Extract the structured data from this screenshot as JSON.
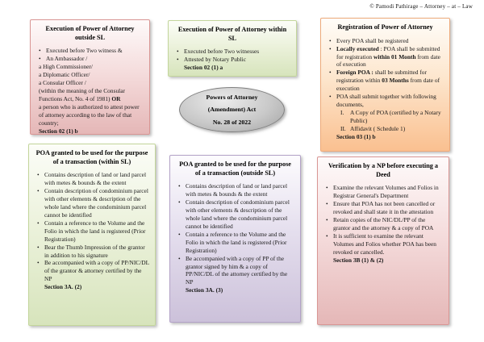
{
  "page": {
    "copyright": "© Pamodi Pathirage – Attorney – at – Law"
  },
  "center_ellipse": {
    "lines": [
      "Powers of Attorney",
      "(Amendment) Act",
      "No. 28 of 2022"
    ]
  },
  "colors": {
    "pink_fill": "#e5b7b7",
    "pink_border": "#d99694",
    "green_fill": "#d7e4bc",
    "green_border": "#c3d69b",
    "orange_fill": "#fac090",
    "orange_border": "#edaa7b",
    "purple_fill": "#ccc1da",
    "purple_border": "#b3a2c7",
    "ellipse_fill": "#b5b5b5",
    "ellipse_border": "#7f7f7f"
  },
  "boxes": [
    {
      "id": "execution-outside-sl",
      "theme": "pink",
      "title": "Execution of Power of Attorney outside SL",
      "items": [
        {
          "m": "•",
          "ind": 0,
          "runs": [
            {
              "t": "Executed before Two witness &",
              "b": false
            }
          ]
        },
        {
          "m": "•",
          "ind": 0,
          "runs": [
            {
              "t": "An Ambassador /",
              "b": false
            }
          ]
        },
        {
          "m": "",
          "ind": 0,
          "runs": [
            {
              "t": "a High Commissioner/",
              "b": false
            }
          ]
        },
        {
          "m": "",
          "ind": 0,
          "runs": [
            {
              "t": "a Diplomatic Officer/",
              "b": false
            }
          ]
        },
        {
          "m": "",
          "ind": 0,
          "runs": [
            {
              "t": "a Consular Officer /",
              "b": false
            }
          ]
        },
        {
          "m": "",
          "ind": 0,
          "runs": [
            {
              "t": "(within the meaning of the Consular Functions Act, No. 4 of 1981) ",
              "b": false
            },
            {
              "t": "OR",
              "b": true
            }
          ]
        },
        {
          "m": "",
          "ind": 0,
          "runs": [
            {
              "t": "a person who is authorized to attest power of attorney according to the law of that country;",
              "b": false
            }
          ]
        },
        {
          "m": "",
          "ind": 0,
          "runs": [
            {
              "t": "Section 02 (1) b",
              "b": true
            }
          ]
        }
      ]
    },
    {
      "id": "execution-within-sl",
      "theme": "green",
      "title": "Execution of Power of Attorney within SL",
      "items": [
        {
          "m": "•",
          "ind": 0,
          "runs": [
            {
              "t": "Executed before Two witnesses",
              "b": false
            }
          ]
        },
        {
          "m": "•",
          "ind": 0,
          "runs": [
            {
              "t": "Attested by Notary Public",
              "b": false
            }
          ]
        },
        {
          "m": "",
          "ind": 1,
          "runs": [
            {
              "t": "Section 02 (1) a",
              "b": true
            }
          ]
        }
      ]
    },
    {
      "id": "registration-of-poa",
      "theme": "orange",
      "title": "Registration of Power of Attorney",
      "items": [
        {
          "m": "•",
          "ind": 0,
          "runs": [
            {
              "t": "Every POA shall be registered",
              "b": false
            }
          ]
        },
        {
          "m": "•",
          "ind": 0,
          "runs": [
            {
              "t": "Locally executed",
              "b": true
            },
            {
              "t": " : POA shall be submitted for registration ",
              "b": false
            },
            {
              "t": "within 01 Month",
              "b": true
            },
            {
              "t": " from date of execution",
              "b": false
            }
          ]
        },
        {
          "m": "•",
          "ind": 0,
          "runs": [
            {
              "t": "Foreign POA :",
              "b": true
            },
            {
              "t": " shall be submitted for registration within ",
              "b": false
            },
            {
              "t": "03 Months",
              "b": true
            },
            {
              "t": " from date of execution",
              "b": false
            }
          ]
        },
        {
          "m": "•",
          "ind": 0,
          "runs": [
            {
              "t": "POA shall submit together with following documents,",
              "b": false
            }
          ]
        },
        {
          "m": "I.",
          "ind": 1,
          "runs": [
            {
              "t": "A Copy of POA (certified by a Notary Public)",
              "b": false
            }
          ]
        },
        {
          "m": "II.",
          "ind": 1,
          "runs": [
            {
              "t": "Affidavit ( Schedule 1)",
              "b": false
            }
          ]
        },
        {
          "m": "",
          "ind": 1,
          "runs": [
            {
              "t": "Section 03 (1) b",
              "b": true
            }
          ]
        }
      ]
    },
    {
      "id": "poa-transaction-within-sl",
      "theme": "green",
      "title": "POA granted to be used for the purpose of a transaction (within SL)",
      "items": [
        {
          "m": "•",
          "ind": 0,
          "runs": [
            {
              "t": "Contains description of land or land parcel with metes & bounds & the extent",
              "b": false
            }
          ]
        },
        {
          "m": "•",
          "ind": 0,
          "runs": [
            {
              "t": "Contain description of condominium parcel with other elements & description of the whole land where the condominium parcel cannot be identified",
              "b": false
            }
          ]
        },
        {
          "m": "•",
          "ind": 0,
          "runs": [
            {
              "t": "Contain a reference to the Volume and the Folio in which the land is registered (Prior Registration)",
              "b": false
            }
          ]
        },
        {
          "m": "•",
          "ind": 0,
          "runs": [
            {
              "t": "Bear the Thumb Impression of the grantor in addition to his signature",
              "b": false
            }
          ]
        },
        {
          "m": "•",
          "ind": 0,
          "runs": [
            {
              "t": "Be accompanied with a copy of PP/NIC/DL of the grantor & attorney certified by the NP",
              "b": false
            }
          ]
        },
        {
          "m": "",
          "ind": 1,
          "runs": [
            {
              "t": "Section 3A. (2)",
              "b": true
            }
          ]
        }
      ]
    },
    {
      "id": "poa-transaction-outside-sl",
      "theme": "purple",
      "title": "POA granted to be used for the purpose of a transaction (outside SL)",
      "items": [
        {
          "m": "•",
          "ind": 0,
          "runs": [
            {
              "t": "Contains description of land or land parcel with metes & bounds & the extent",
              "b": false
            }
          ]
        },
        {
          "m": "•",
          "ind": 0,
          "runs": [
            {
              "t": "Contain description of condominium parcel with other elements & description of the whole land where the condominium parcel cannot be identified",
              "b": false
            }
          ]
        },
        {
          "m": "•",
          "ind": 0,
          "runs": [
            {
              "t": "Contain a reference to the Volume and the Folio in which the land is registered (Prior Registration)",
              "b": false
            }
          ]
        },
        {
          "m": "•",
          "ind": 0,
          "runs": [
            {
              "t": "Be accompanied with a copy of PP of the grantor signed by him & a copy of PP/NIC/DL of the attorney certified by the NP",
              "b": false
            }
          ]
        },
        {
          "m": "",
          "ind": 1,
          "runs": [
            {
              "t": "Section 3A. (3)",
              "b": true
            }
          ]
        }
      ]
    },
    {
      "id": "verification-by-np",
      "theme": "pink",
      "title": "Verification by a NP before executing a Deed",
      "items": [
        {
          "m": "•",
          "ind": 0,
          "runs": [
            {
              "t": "Examine the relevant Volumes and Folios in Registrar General's Department",
              "b": false
            }
          ]
        },
        {
          "m": "•",
          "ind": 0,
          "runs": [
            {
              "t": "Ensure that POA has not been cancelled or revoked and shall state it in the attestation",
              "b": false
            }
          ]
        },
        {
          "m": "•",
          "ind": 0,
          "runs": [
            {
              "t": "Retain copies of the NIC/DL/PP of the grantor and the attorney & a copy of POA",
              "b": false
            }
          ]
        },
        {
          "m": "•",
          "ind": 0,
          "runs": [
            {
              "t": "It is sufficient to examine the relevant Volumes and Folios whether POA has been revoked or cancelled.",
              "b": false
            }
          ]
        },
        {
          "m": "",
          "ind": 1,
          "runs": [
            {
              "t": "Section 3B (1) & (2)",
              "b": true
            }
          ]
        }
      ]
    }
  ]
}
